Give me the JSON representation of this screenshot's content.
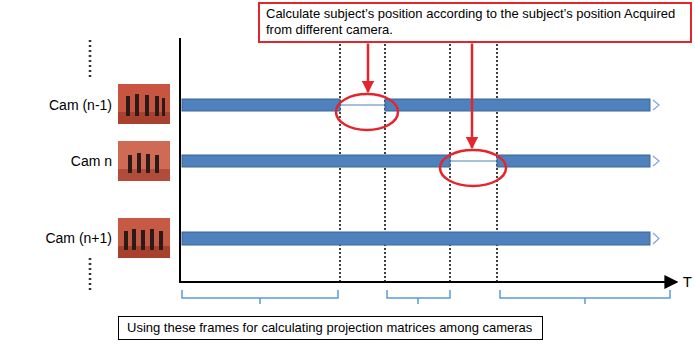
{
  "diagram": {
    "nodes": [
      {
        "text": [
          "Calculate subject’s position according to the subject’s position Acquired from different camera."
        ]
      },
      {
        "text": [
          "Using these frames for calculating projection matrices among cameras"
        ]
      }
    ],
    "labels": [
      "Cam (n-1)",
      "Cam n",
      "Cam (n+1)",
      "T"
    ]
  }
}
